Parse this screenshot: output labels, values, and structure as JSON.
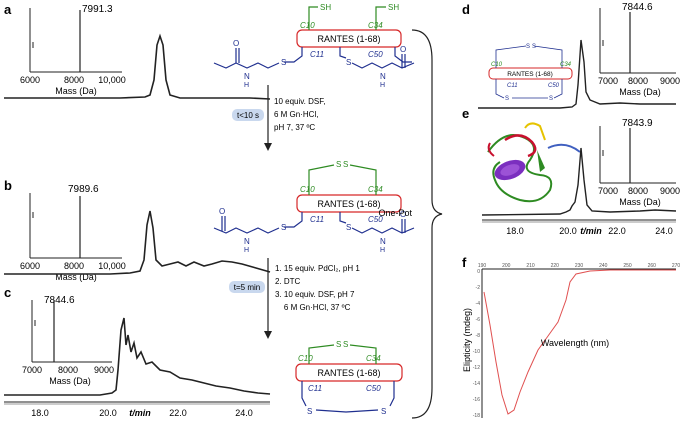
{
  "panel_labels": {
    "a": "a",
    "b": "b",
    "c": "c",
    "d": "d",
    "e": "e",
    "f": "f"
  },
  "mass_axis_label": "Mass (Da)",
  "peptide_name": "RANTES (1-68)",
  "residues": {
    "c10": "C10",
    "c34": "C34",
    "c11": "C11",
    "c50": "C50"
  },
  "atoms": {
    "S": "S",
    "SH": "SH",
    "N": "N",
    "H": "H",
    "O": "O"
  },
  "spectra": {
    "a": {
      "peak": "7991.3",
      "ticks": [
        "6000",
        "8000",
        "10,000"
      ]
    },
    "b": {
      "peak": "7989.6",
      "ticks": [
        "6000",
        "8000",
        "10,000"
      ]
    },
    "c": {
      "peak": "7844.6",
      "ticks": [
        "7000",
        "8000",
        "9000"
      ]
    },
    "d": {
      "peak": "7844.6",
      "ticks": [
        "7000",
        "8000",
        "9000"
      ]
    },
    "e": {
      "peak": "7843.9",
      "ticks": [
        "7000",
        "8000",
        "9000"
      ]
    }
  },
  "step1": {
    "time": "t<10 s",
    "lines": [
      "10 equiv. DSF,",
      "6 M Gn·HCl,",
      "pH 7, 37 ºC"
    ]
  },
  "step2": {
    "time": "t=5 min",
    "lines": [
      "1. 15 equiv. PdCl₂, pH 1",
      "2. DTC",
      "3. 10 equiv. DSF, pH 7",
      "    6 M Gn·HCl, 37 ºC"
    ]
  },
  "one_pot": "One-Pot",
  "time_axis": {
    "ticks": [
      "18.0",
      "20.0",
      "22.0",
      "24.0"
    ],
    "label": "t/min"
  },
  "cd": {
    "ylabel": "Elipticity (mdeg)",
    "xlabel": "Wavelength (nm)",
    "xticks": [
      "190",
      "200",
      "210",
      "220",
      "230",
      "240",
      "250",
      "260",
      "270"
    ],
    "yticks": [
      "0",
      "-2",
      "-4",
      "-6",
      "-8",
      "-10",
      "-12",
      "-14",
      "-16",
      "-18"
    ]
  },
  "colors": {
    "box": "#d62728",
    "green": "#2e8b22",
    "blue": "#1f2f8f",
    "cd_line": "#e05050",
    "arrow_label_bg": "#c9d8ee"
  }
}
